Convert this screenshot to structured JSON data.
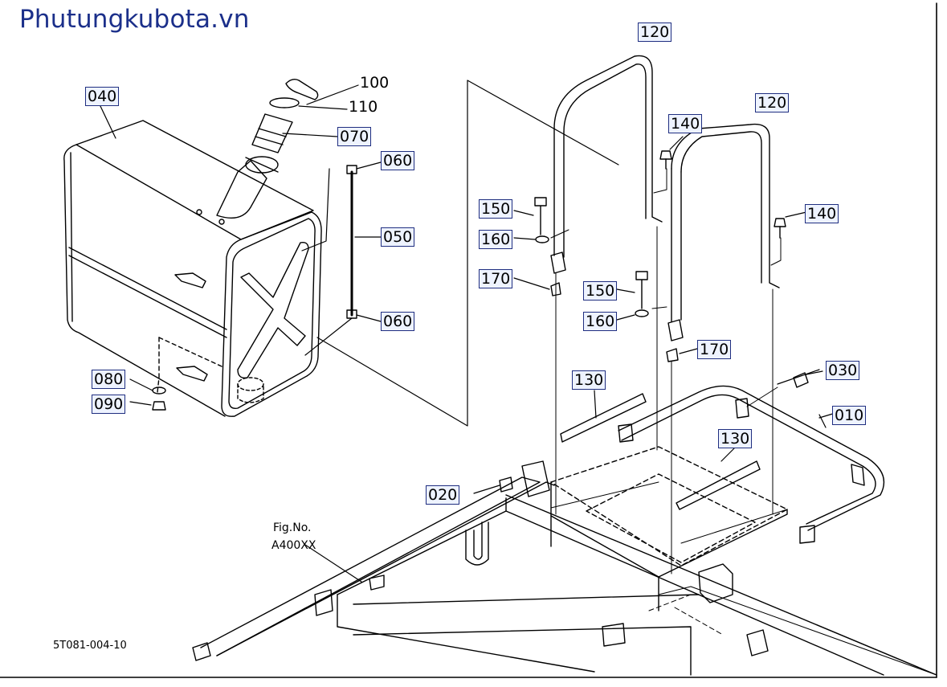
{
  "site_title": "Phutungkubota.vn",
  "diagram_code": "5T081-004-10",
  "figure_ref": {
    "line1": "Fig.No.",
    "line2": "A400XX"
  },
  "part_labels": {
    "p120a": "120",
    "p120b": "120",
    "p100": "100",
    "p110": "110",
    "p070": "070",
    "p040": "040",
    "p060a": "060",
    "p060b": "060",
    "p050": "050",
    "p140a": "140",
    "p140b": "140",
    "p150a": "150",
    "p150b": "150",
    "p160a": "160",
    "p160b": "160",
    "p170a": "170",
    "p170b": "170",
    "p080": "080",
    "p090": "090",
    "p130a": "130",
    "p130b": "130",
    "p030": "030",
    "p010": "010",
    "p020": "020"
  }
}
